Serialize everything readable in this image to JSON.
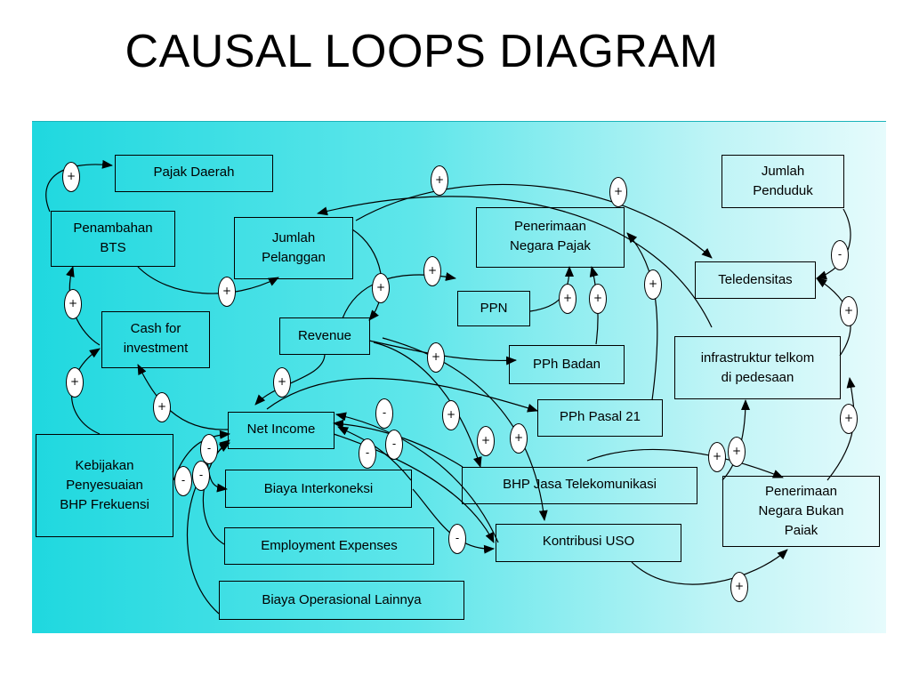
{
  "title": "CAUSAL LOOPS DIAGRAM",
  "nodes": {
    "pajak_daerah": "Pajak Daerah",
    "penambahan_bts": "Penambahan\nBTS",
    "jumlah_pelanggan": "Jumlah\nPelanggan",
    "penerimaan_negara_pajak": "Penerimaan\nNegara Pajak",
    "jumlah_penduduk": "Jumlah\nPenduduk",
    "teledensitas": "Teledensitas",
    "ppn": "PPN",
    "cash_for_investment": "Cash for\ninvestment",
    "revenue": "Revenue",
    "pph_badan": "PPh Badan",
    "infrastruktur": "infrastruktur telkom\ndi pedesaan",
    "net_income": "Net Income",
    "pph_pasal_21": "PPh Pasal 21",
    "kebijakan": "Kebijakan\nPenyesuaian\nBHP Frekuensi",
    "biaya_interkoneksi": "Biaya Interkoneksi",
    "bhp_jasa": "BHP Jasa Telekomunikasi",
    "pnbp": "Penerimaan\nNegara Bukan\nPaiak",
    "employment_expenses": "Employment Expenses",
    "kontribusi_uso": "Kontribusi USO",
    "biaya_operasional": "Biaya Operasional Lainnya"
  },
  "polarity": {
    "bts_to_pajak_daerah": "+",
    "cash_to_bts": "+",
    "kebijakan_to_cash": "+",
    "net_income_to_cash": "+",
    "pelanggan_to_bts": "+",
    "revenue_to_pelanggan": "+",
    "revenue_to_ppn": "+",
    "bts_to_pelanggan_top": "+",
    "pelanggan_to_teledensitas": "+",
    "ppn_to_pnp": "+",
    "pph_badan_to_pnp": "+",
    "pph21_to_pnp": "+",
    "penduduk_to_teledensitas": "-",
    "infra_to_teledensitas": "+",
    "revenue_to_net_income": "+",
    "revenue_to_pph_badan": "+",
    "revenue_to_bhp": "+",
    "revenue_to_uso": "+",
    "net_income_to_pph21": "+",
    "bhp_to_pnbp_a": "+",
    "bhp_to_pnbp_b": "+",
    "pnbp_to_infra": "+",
    "uso_to_pnbp": "+",
    "uso_to_net_income": "-",
    "bhp_to_net_income": "-",
    "interkoneksi_to_net_income": "-",
    "kebijakan_to_net_income": "-",
    "employment_to_net_income": "-",
    "operasional_to_net_income": "-",
    "net_income_to_uso": "-"
  }
}
